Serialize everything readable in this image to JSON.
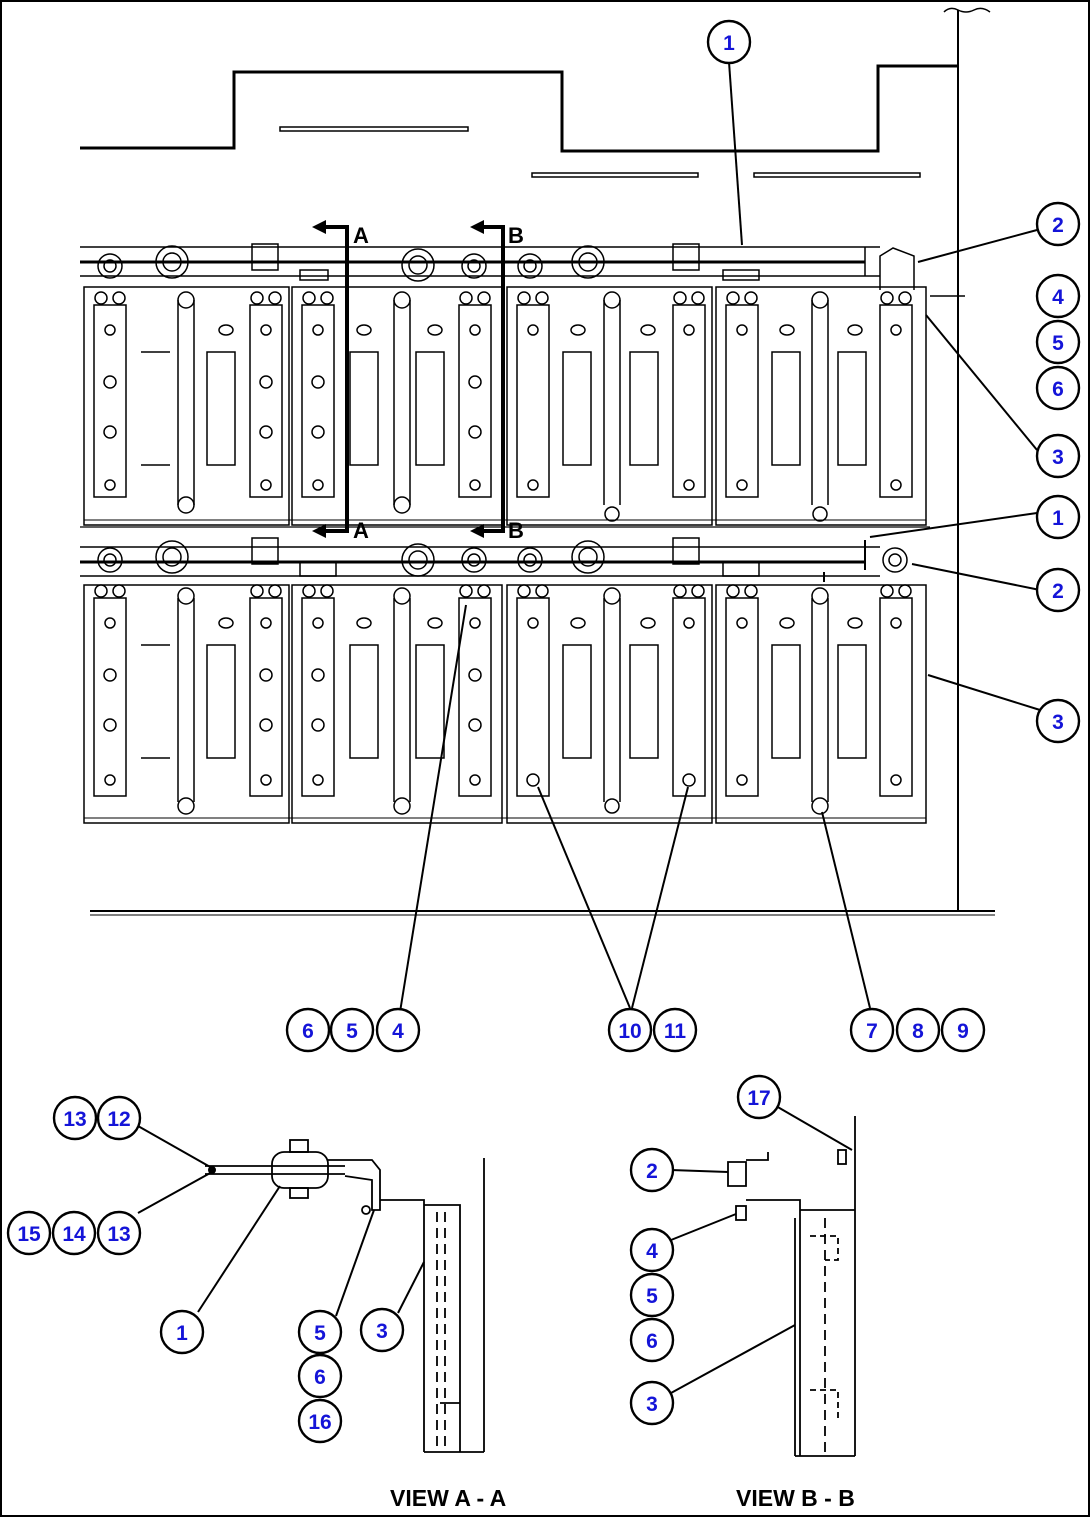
{
  "drawing": {
    "views": {
      "a": "VIEW A - A",
      "b": "VIEW B - B"
    },
    "section_letters": [
      "A",
      "B",
      "A",
      "B"
    ],
    "callouts": {
      "top_1": "1",
      "right_2": "2",
      "right_4": "4",
      "right_5": "5",
      "right_6": "6",
      "right_3": "3",
      "mid_1": "1",
      "mid_2": "2",
      "lower_3": "3",
      "bl_6": "6",
      "bl_5": "5",
      "bl_4": "4",
      "bm_10": "10",
      "bm_11": "11",
      "br_7": "7",
      "br_8": "8",
      "br_9": "9",
      "va_13a": "13",
      "va_12": "12",
      "va_15": "15",
      "va_14": "14",
      "va_13b": "13",
      "va_1": "1",
      "va_5": "5",
      "va_6": "6",
      "va_16": "16",
      "va_3": "3",
      "vb_17": "17",
      "vb_2": "2",
      "vb_4": "4",
      "vb_5": "5",
      "vb_6": "6",
      "vb_3": "3"
    }
  }
}
